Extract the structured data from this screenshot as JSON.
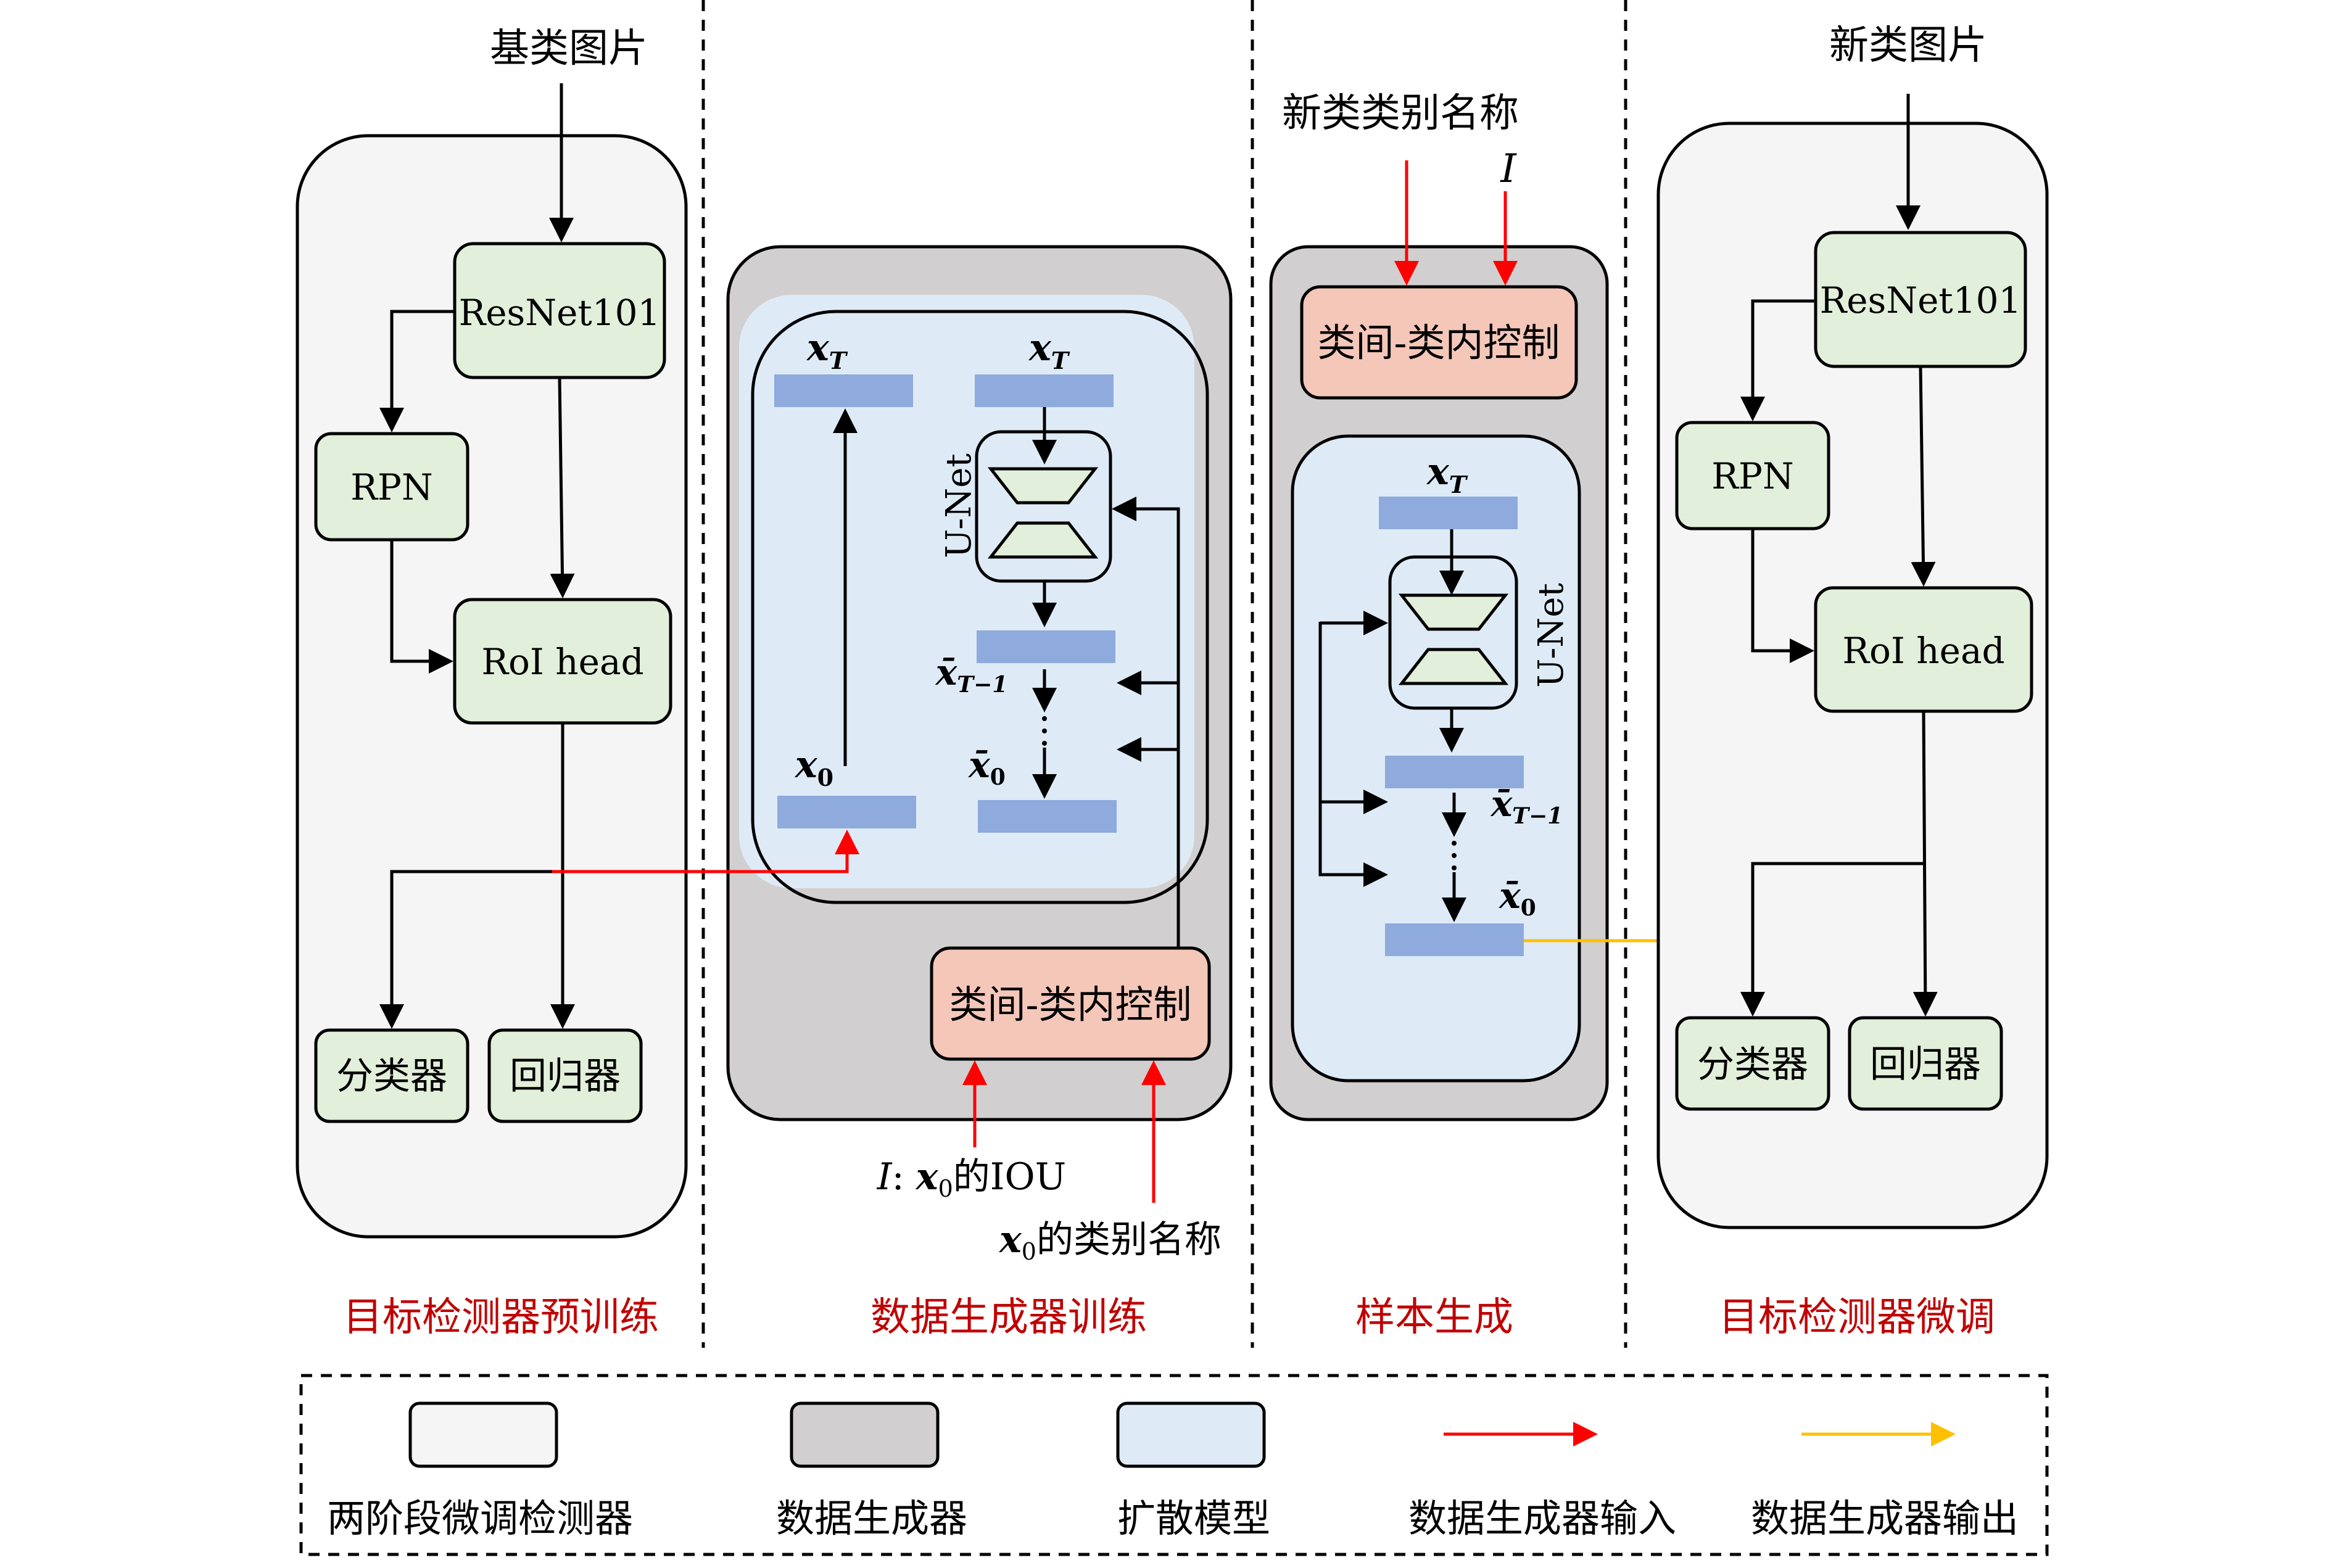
{
  "sections": {
    "pretrain": {
      "input_label": "基类图片",
      "resnet": "ResNet101",
      "rpn": "RPN",
      "roi_head": "RoI head",
      "classifier": "分类器",
      "regressor": "回归器",
      "caption": "目标检测器预训练"
    },
    "generator_training": {
      "x_T_left": "x",
      "x_T_right": "x",
      "sub_T": "T",
      "unet": "U-Net",
      "x_bar_T_minus_1": "x̄",
      "sub_T_minus_1": "T−1",
      "x0": "x",
      "sub_0": "0",
      "x_bar_0": "x̄",
      "control": "类间-类内控制",
      "input_iou_prefix": "I",
      "input_iou_colon": ":",
      "input_iou_x": "x",
      "input_iou_suffix": "的IOU",
      "input_class_x": "x",
      "input_class_suffix": "的类别名称",
      "caption": "数据生成器训练"
    },
    "sample_generation": {
      "input_class": "新类类别名称",
      "input_I": "I",
      "control": "类间-类内控制",
      "x_T": "x",
      "sub_T": "T",
      "unet": "U-Net",
      "x_bar_T_minus_1": "x̄",
      "sub_T_minus_1": "T−1",
      "x_bar_0": "x̄",
      "sub_0": "0",
      "caption": "样本生成"
    },
    "finetune": {
      "input_label": "新类图片",
      "resnet": "ResNet101",
      "rpn": "RPN",
      "roi_head": "RoI head",
      "classifier": "分类器",
      "regressor": "回归器",
      "caption": "目标检测器微调"
    }
  },
  "legend": {
    "two_stage_detector": "两阶段微调检测器",
    "data_generator": "数据生成器",
    "diffusion_model": "扩散模型",
    "generator_input": "数据生成器输入",
    "generator_output": "数据生成器输出"
  },
  "colors": {
    "detector_panel": "#f5f5f5",
    "generator_panel": "#d1cfcf",
    "diffusion_panel": "#deebf7",
    "module_green": "#e2efda",
    "control_pink": "#f4c7b8",
    "feature_bar": "#8faadc",
    "unet_trapezoid": "#e2efda",
    "input_arrow": "#ff0000",
    "output_arrow": "#ffc000",
    "caption": "#c00000"
  }
}
